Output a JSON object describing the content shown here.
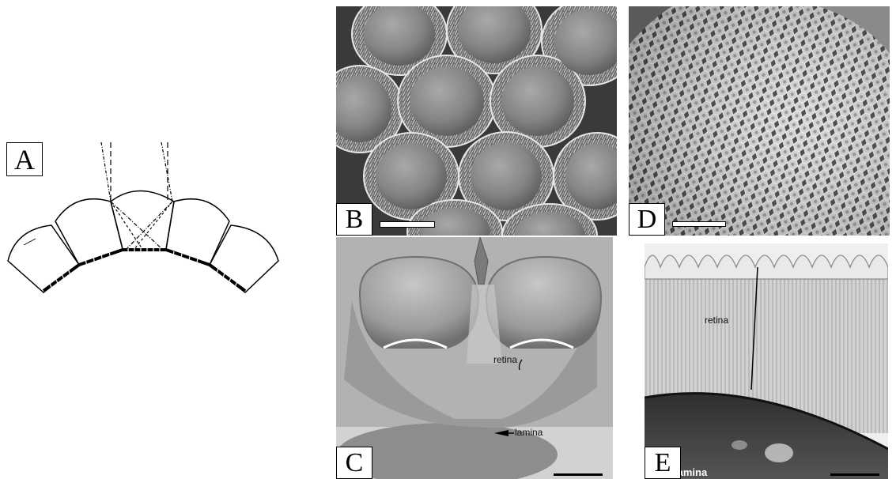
{
  "panels": {
    "a": {
      "label": "A"
    },
    "b": {
      "label": "B"
    },
    "c": {
      "label": "C",
      "annotations": {
        "retina": "retina",
        "lamina": "lamina"
      }
    },
    "d": {
      "label": "D"
    },
    "e": {
      "label": "E",
      "annotations": {
        "retina": "retina",
        "lamina": "lamina"
      }
    }
  },
  "colors": {
    "ink": "#000000",
    "sem_background": "#3a3a3a",
    "tem_background": "#a8a8a8",
    "scale_bar": "#ffffff"
  }
}
